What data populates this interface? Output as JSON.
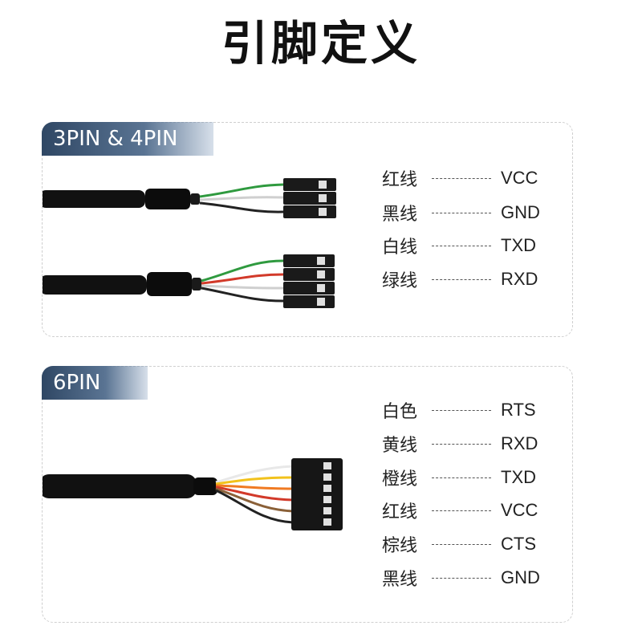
{
  "title": "引脚定义",
  "sections": [
    {
      "tab": "3PIN & 4PIN",
      "pins": [
        {
          "wire": "红线",
          "signal": "VCC"
        },
        {
          "wire": "黑线",
          "signal": "GND"
        },
        {
          "wire": "白线",
          "signal": "TXD"
        },
        {
          "wire": "绿线",
          "signal": "RXD"
        }
      ]
    },
    {
      "tab": "6PIN",
      "pins": [
        {
          "wire": "白色",
          "signal": "RTS"
        },
        {
          "wire": "黄线",
          "signal": "RXD"
        },
        {
          "wire": "橙线",
          "signal": "TXD"
        },
        {
          "wire": "红线",
          "signal": "VCC"
        },
        {
          "wire": "棕线",
          "signal": "CTS"
        },
        {
          "wire": "黑线",
          "signal": "GND"
        }
      ]
    }
  ],
  "colors": {
    "tab_gradient_start": "#2f4764",
    "tab_gradient_end": "#8ca5c3",
    "cable": "#111111",
    "wire_red": "#d23a2a",
    "wire_green": "#2f9a3f",
    "wire_yellow": "#f2c21c",
    "wire_orange": "#f07a22",
    "wire_brown": "#8a6038"
  }
}
